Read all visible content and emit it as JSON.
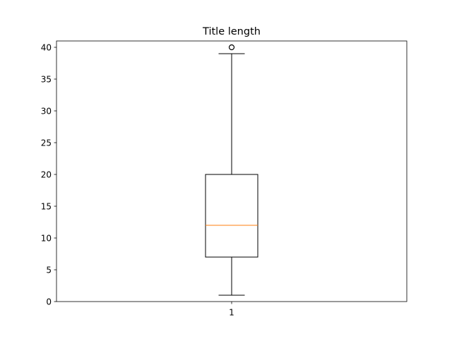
{
  "chart_data": {
    "type": "box",
    "title": "Title length",
    "xlabel": "",
    "ylabel": "",
    "categories": [
      "1"
    ],
    "ylim": [
      0,
      41
    ],
    "yticks": [
      0,
      5,
      10,
      15,
      20,
      25,
      30,
      35,
      40
    ],
    "ytick_labels": [
      "0",
      "5",
      "10",
      "15",
      "20",
      "25",
      "30",
      "35",
      "40"
    ],
    "grid": false,
    "boxes": [
      {
        "category": "1",
        "whisker_low": 1,
        "q1": 7,
        "median": 12,
        "q3": 20,
        "whisker_high": 39,
        "outliers": [
          40
        ]
      }
    ],
    "colors": {
      "box": "#000000",
      "median": "#ff7f0e",
      "whisker": "#000000",
      "outlier": "#000000"
    }
  }
}
